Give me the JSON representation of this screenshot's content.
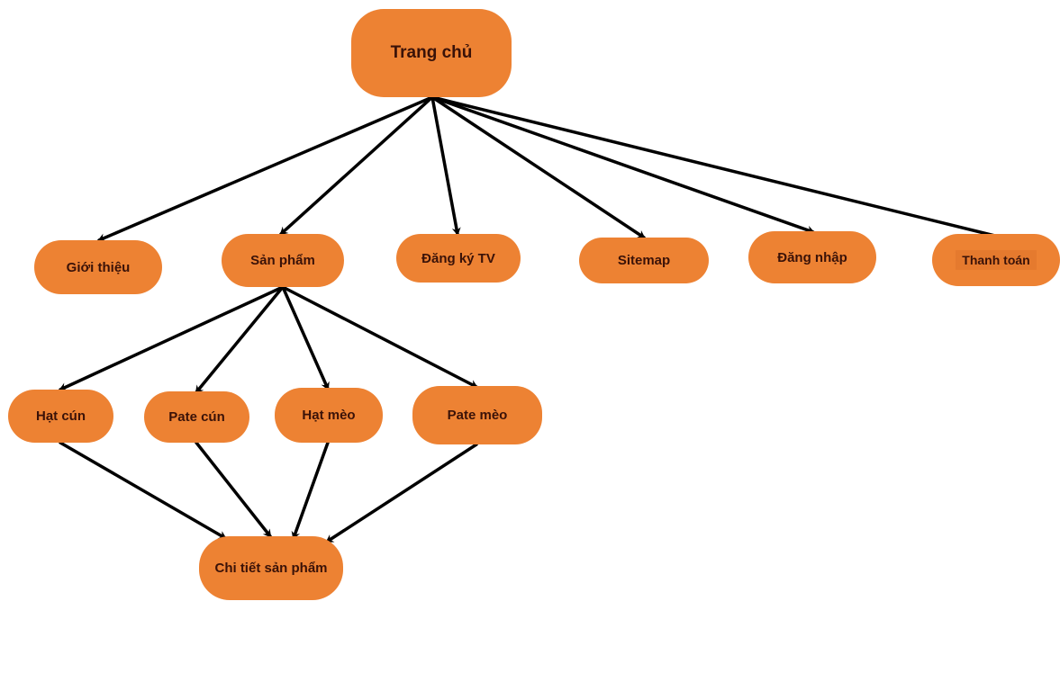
{
  "nodes": {
    "home": "Trang chủ",
    "about": "Giới thiệu",
    "products": "Sản phẩm",
    "register": "Đăng ký TV",
    "sitemap": "Sitemap",
    "login": "Đăng nhập",
    "checkout": "Thanh toán",
    "dog_food": "Hạt cún",
    "dog_pate": "Pate cún",
    "cat_food": "Hạt mèo",
    "cat_pate": "Pate mèo",
    "product_detail": "Chi tiết sản phẩm"
  },
  "edges": [
    [
      "home",
      "about"
    ],
    [
      "home",
      "products"
    ],
    [
      "home",
      "register"
    ],
    [
      "home",
      "sitemap"
    ],
    [
      "home",
      "login"
    ],
    [
      "home",
      "checkout"
    ],
    [
      "products",
      "dog_food"
    ],
    [
      "products",
      "dog_pate"
    ],
    [
      "products",
      "cat_food"
    ],
    [
      "products",
      "cat_pate"
    ],
    [
      "dog_food",
      "product_detail"
    ],
    [
      "dog_pate",
      "product_detail"
    ],
    [
      "cat_food",
      "product_detail"
    ],
    [
      "cat_pate",
      "product_detail"
    ]
  ],
  "colors": {
    "node_fill": "#ED8233",
    "node_text": "#3a1208",
    "edge": "#000000"
  }
}
